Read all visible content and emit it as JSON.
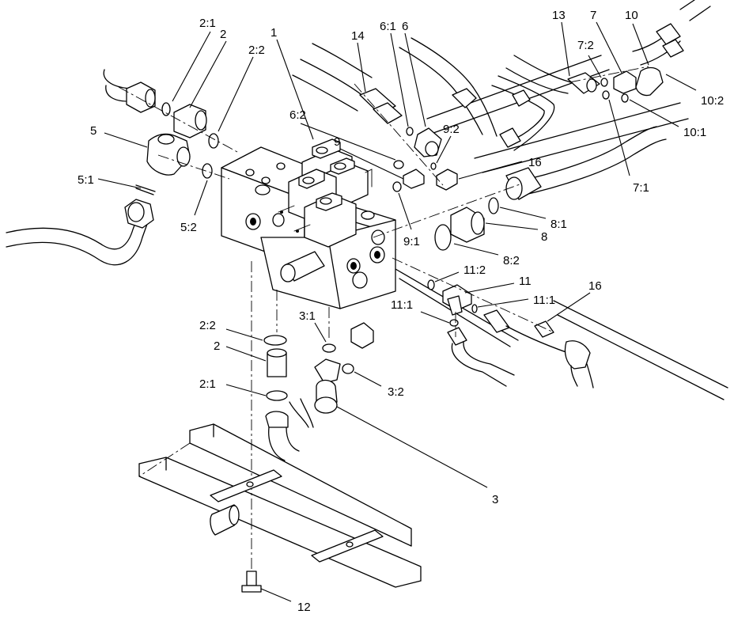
{
  "callouts": [
    {
      "id": "c-2-1a",
      "text": "2:1"
    },
    {
      "id": "c-2a",
      "text": "2"
    },
    {
      "id": "c-2-2a",
      "text": "2:2"
    },
    {
      "id": "c-1",
      "text": "1"
    },
    {
      "id": "c-14",
      "text": "14"
    },
    {
      "id": "c-6-1",
      "text": "6:1"
    },
    {
      "id": "c-6",
      "text": "6"
    },
    {
      "id": "c-13",
      "text": "13"
    },
    {
      "id": "c-7",
      "text": "7"
    },
    {
      "id": "c-10",
      "text": "10"
    },
    {
      "id": "c-7-2",
      "text": "7:2"
    },
    {
      "id": "c-10-2",
      "text": "10:2"
    },
    {
      "id": "c-5",
      "text": "5"
    },
    {
      "id": "c-6-2",
      "text": "6:2"
    },
    {
      "id": "c-9-2",
      "text": "9:2"
    },
    {
      "id": "c-10-1",
      "text": "10:1"
    },
    {
      "id": "c-9",
      "text": "9"
    },
    {
      "id": "c-16a",
      "text": "16"
    },
    {
      "id": "c-5-1",
      "text": "5:1"
    },
    {
      "id": "c-7-1",
      "text": "7:1"
    },
    {
      "id": "c-8-1",
      "text": "8:1"
    },
    {
      "id": "c-5-2",
      "text": "5:2"
    },
    {
      "id": "c-8",
      "text": "8"
    },
    {
      "id": "c-9-1",
      "text": "9:1"
    },
    {
      "id": "c-8-2",
      "text": "8:2"
    },
    {
      "id": "c-11-2",
      "text": "11:2"
    },
    {
      "id": "c-11",
      "text": "11"
    },
    {
      "id": "c-16b",
      "text": "16"
    },
    {
      "id": "c-11-1a",
      "text": "11:1"
    },
    {
      "id": "c-11-1b",
      "text": "11:1"
    },
    {
      "id": "c-3-1",
      "text": "3:1"
    },
    {
      "id": "c-2-2b",
      "text": "2:2"
    },
    {
      "id": "c-2b",
      "text": "2"
    },
    {
      "id": "c-3-2",
      "text": "3:2"
    },
    {
      "id": "c-2-1b",
      "text": "2:1"
    },
    {
      "id": "c-3",
      "text": "3"
    },
    {
      "id": "c-12",
      "text": "12"
    }
  ]
}
